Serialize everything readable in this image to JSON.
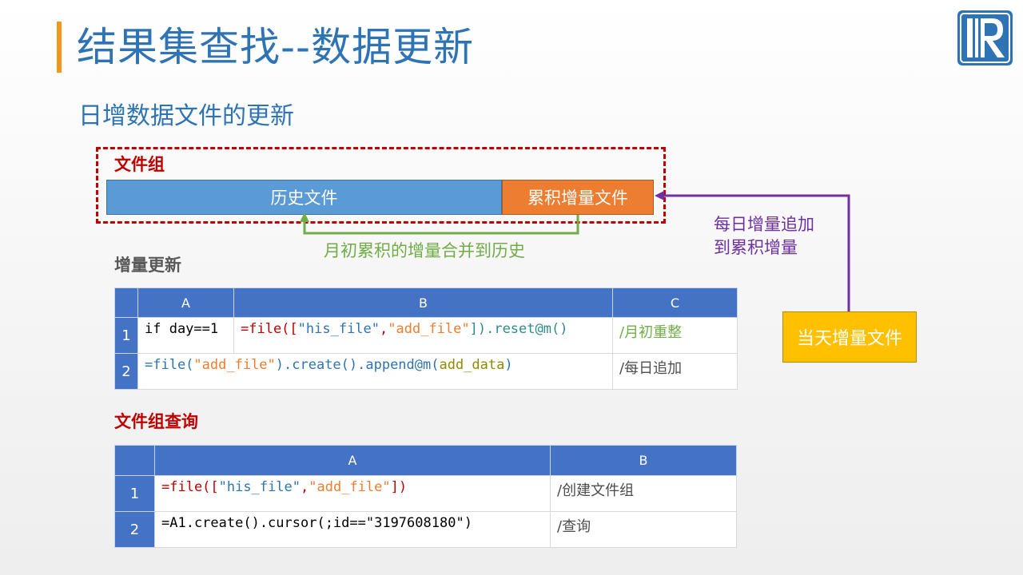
{
  "slide": {
    "title": "结果集查找--数据更新",
    "subtitle": "日增数据文件的更新"
  },
  "file_group": {
    "label": "文件组",
    "history_label": "历史文件",
    "add_label": "累积增量文件"
  },
  "annotations": {
    "merge": "月初累积的增量合并到历史",
    "daily_line1": "每日增量追加",
    "daily_line2": "到累积增量",
    "today_file": "当天增量文件"
  },
  "colors": {
    "title": "#2e74b5",
    "accent_bar": "#f2961c",
    "history_bar": "#5b9bd5",
    "add_bar": "#ed7d31",
    "today_box": "#ffc000",
    "merge_arrow": "#70ad47",
    "daily_arrow": "#7030a0",
    "dashed_border": "#c00000",
    "grid_header": "#4472c4"
  },
  "update_section": {
    "title": "增量更新",
    "columns": [
      "A",
      "B",
      "C"
    ],
    "rows": [
      {
        "num": "1",
        "a": "if day==1",
        "b_parts": [
          "=file([",
          "\"his_file\"",
          ",",
          "\"add_file\"",
          "]).reset@m()"
        ],
        "c": "/月初重整"
      },
      {
        "num": "2",
        "a_parts": [
          "=file(",
          "\"add_file\"",
          ").create().append@m(",
          "add_data",
          ")"
        ],
        "c": "/每日追加"
      }
    ]
  },
  "query_section": {
    "title": "文件组查询",
    "columns": [
      "A",
      "B"
    ],
    "rows": [
      {
        "num": "1",
        "a_parts": [
          "=file([",
          "\"his_file\"",
          ",",
          "\"add_file\"",
          "])"
        ],
        "b": "/创建文件组"
      },
      {
        "num": "2",
        "a": "=A1.create().cursor(;id==\"3197608180\")",
        "b": "/查询"
      }
    ]
  }
}
